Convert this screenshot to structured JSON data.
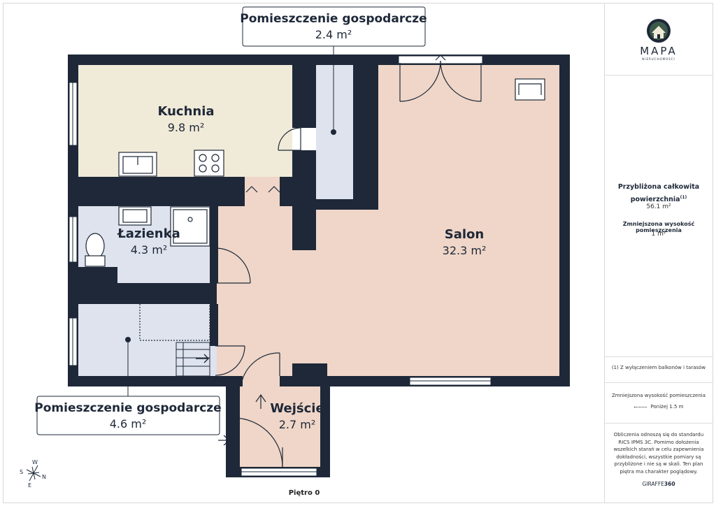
{
  "colors": {
    "wall": "#1e2838",
    "kitchen_fill": "#f0ead8",
    "utility_fill": "#dfe3ee",
    "salon_fill": "#efd6c8",
    "bathroom_fill": "#dfe3ee"
  },
  "rooms": {
    "kuchnia": {
      "name": "Kuchnia",
      "area": "9.8 m²"
    },
    "lazienka": {
      "name": "Łazienka",
      "area": "4.3 m²"
    },
    "salon": {
      "name": "Salon",
      "area": "32.3 m²"
    },
    "wejscie": {
      "name": "Wejście",
      "area": "2.7 m²"
    }
  },
  "callouts": {
    "top": {
      "name": "Pomieszczenie gospodarcze",
      "area": "2.4 m²"
    },
    "bottom": {
      "name": "Pomieszczenie gospodarcze",
      "area": "4.6 m²"
    }
  },
  "floor_label": "Piętro 0",
  "compass": {
    "n": "N",
    "s": "S",
    "e": "E",
    "w": "W"
  },
  "logo": {
    "name": "MAPA",
    "sub": "NIERUCHOMOŚCI",
    "icon": "house-logo-icon"
  },
  "legend": {
    "total_title": "Przybliżona całkowita powierzchnia",
    "total_mark": "(1)",
    "total_value": "56.1 m²",
    "reduced_title": "Zmniejszona wysokość pomieszczenia",
    "reduced_value": "1 m²",
    "footnote": "(1) Z wyłączeniem balkonów i tarasów",
    "reduced_legend_title": "Zmniejszona wysokość pomieszczenia",
    "reduced_legend_text": "Poniżej 1.5 m",
    "disclaimer": "Obliczenia odnoszą się do standardu RICS IPMS 3C. Pomimo dołożenia wszelkich starań w celu zapewnienia dokładności, wszystkie pomiary są przybliżone i nie są w skali. Ten plan piętra ma charakter poglądowy.",
    "brand_a": "GIRAFFE",
    "brand_b": "360"
  }
}
